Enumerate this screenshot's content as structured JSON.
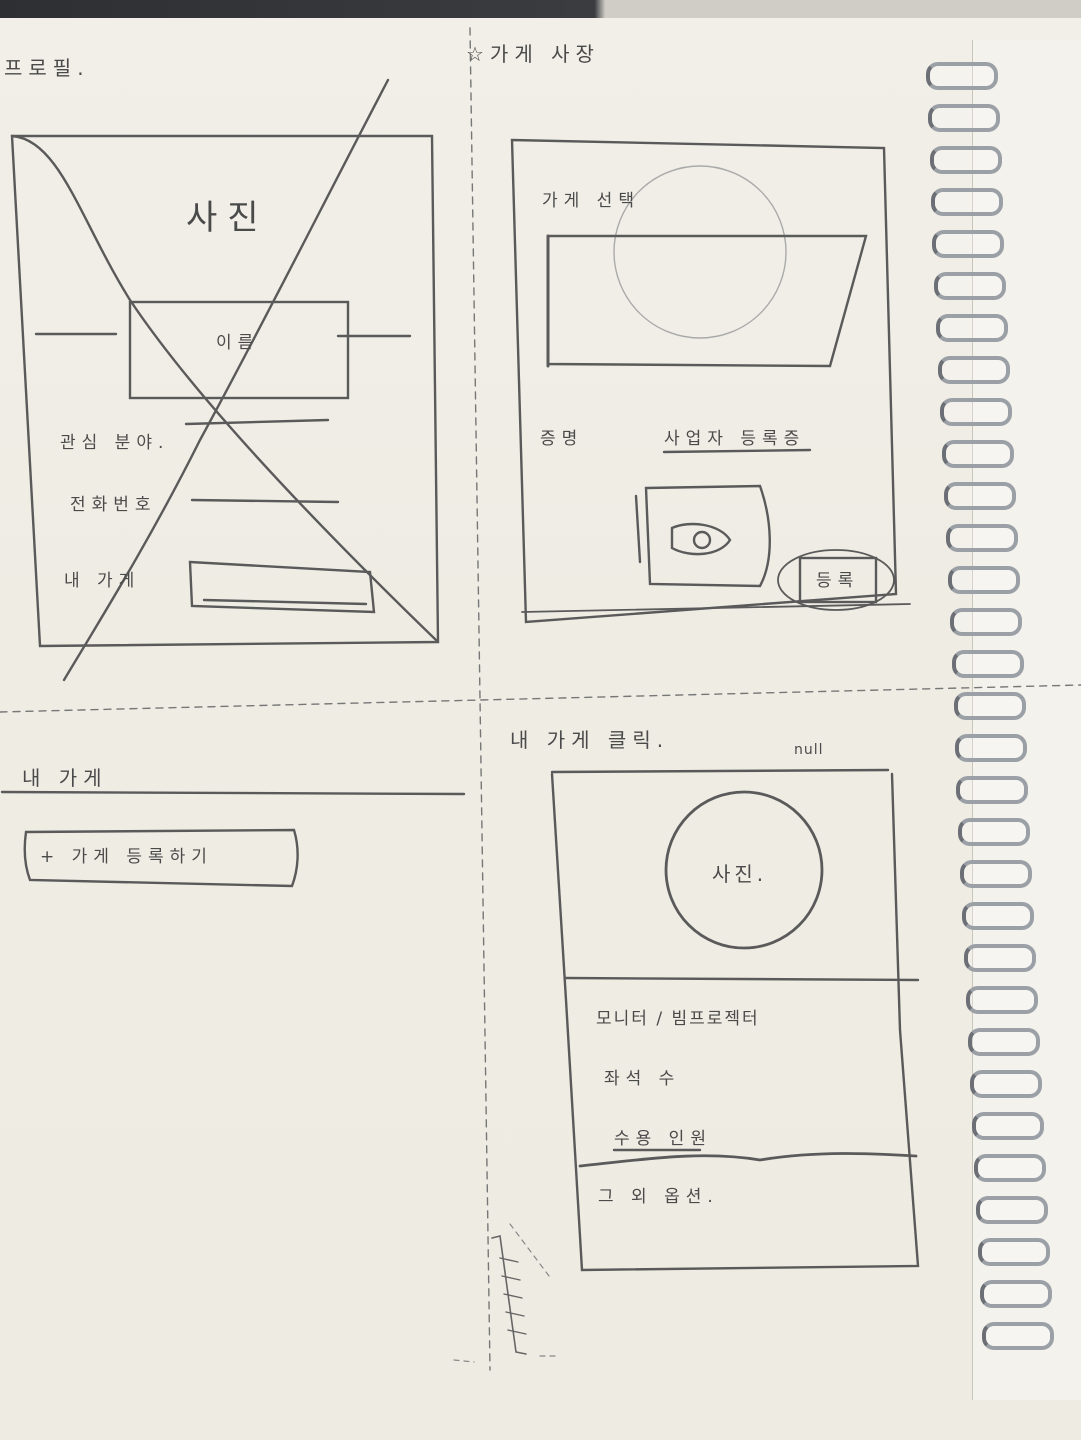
{
  "sketch": {
    "quadrant_titles": {
      "profile": "프로필.",
      "store_owner": "☆가게 사장",
      "my_store": "내 가게",
      "my_store_click": "내 가게 클릭."
    },
    "profile_screen": {
      "photo_label": "사진",
      "name_label": "이름",
      "interests_label": "관심 분야.",
      "phone_label": "전화번호",
      "my_store_label": "내 가게"
    },
    "owner_screen": {
      "select_store_label": "가게 선택",
      "proof_label": "증명",
      "business_reg_label": "사업자 등록증",
      "submit_label": "등록"
    },
    "my_store_list": {
      "add_store_button": "+ 가게 등록하기"
    },
    "store_detail_screen": {
      "null_note": "null",
      "photo_label": "사진.",
      "monitor_label": "모니터 / 빔프로젝터",
      "seats_label": "좌석 수",
      "capacity_label": "수용 인원",
      "other_label": "그 외 옵션."
    }
  }
}
